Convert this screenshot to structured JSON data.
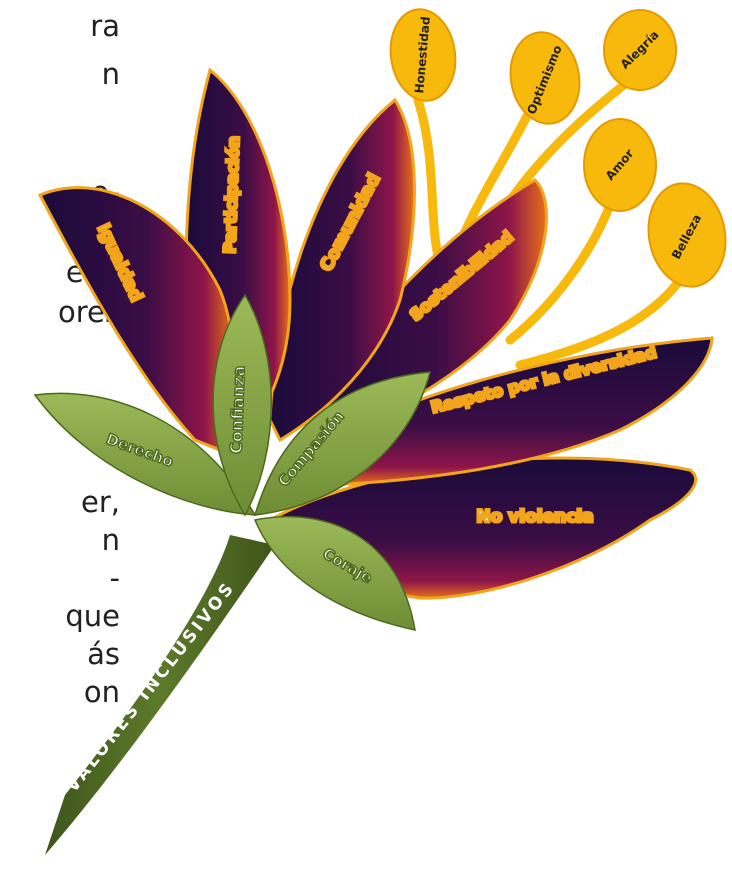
{
  "side_text_fragments": [
    "ra",
    "n",
    "o-",
    "o-",
    "ela-",
    "ores",
    "er,",
    "n",
    "-",
    "que",
    "ás",
    "on"
  ],
  "petals": {
    "igualdad": "Igualdad",
    "participacion": "Participación",
    "comunidad": "Comunidad",
    "sostenibilidad": "Sostenibilidad",
    "respeto": "Respeto por la diversidad",
    "no_violencia": "No violencia"
  },
  "leaves": {
    "derecho": "Derecho",
    "confianza": "Confianza",
    "compasion": "Compasión",
    "coraje": "Coraje"
  },
  "buds": {
    "honestidad": "Honestidad",
    "optimismo": "Optimismo",
    "alegria": "Alegría",
    "amor": "Amor",
    "belleza": "Belleza"
  },
  "stem_label": "VALORES INCLUSIVOS",
  "colors": {
    "petal_dark": "#1a0b3a",
    "petal_mid": "#6b0f4f",
    "petal_glow": "#e8701a",
    "petal_outline": "#f2a51a",
    "leaf": "#8aa84a",
    "leaf_dark": "#5d7a2a",
    "bud": "#f7b90c",
    "stem": "#4f6a24"
  }
}
